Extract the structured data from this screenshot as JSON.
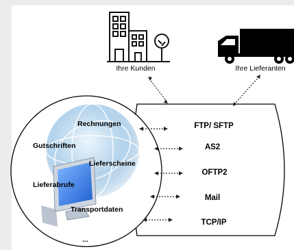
{
  "nodes": {
    "customers": {
      "label": "Ihre Kunden",
      "icon": "office-buildings-icon"
    },
    "suppliers": {
      "label": "Ihre Lieferanten",
      "icon": "truck-icon"
    }
  },
  "documents": [
    {
      "id": "rechnungen",
      "label": "Rechnungen"
    },
    {
      "id": "gutschriften",
      "label": "Gutschriften"
    },
    {
      "id": "lieferscheine",
      "label": "Lieferscheine"
    },
    {
      "id": "lieferabrufe",
      "label": "Lieferabrufe"
    },
    {
      "id": "transportdaten",
      "label": "Transportdaten"
    },
    {
      "id": "more",
      "label": "..."
    }
  ],
  "protocols": [
    {
      "id": "ftp-sftp",
      "label": "FTP/ SFTP"
    },
    {
      "id": "as2",
      "label": "AS2"
    },
    {
      "id": "oftp2",
      "label": "OFTP2"
    },
    {
      "id": "mail",
      "label": "Mail"
    },
    {
      "id": "tcp-ip",
      "label": "TCP/IP"
    }
  ],
  "colors": {
    "background": "#ececec",
    "panel": "#ffffff",
    "ink": "#000000",
    "globe": "#4a90c8",
    "monitor": "#3a7bd5"
  }
}
